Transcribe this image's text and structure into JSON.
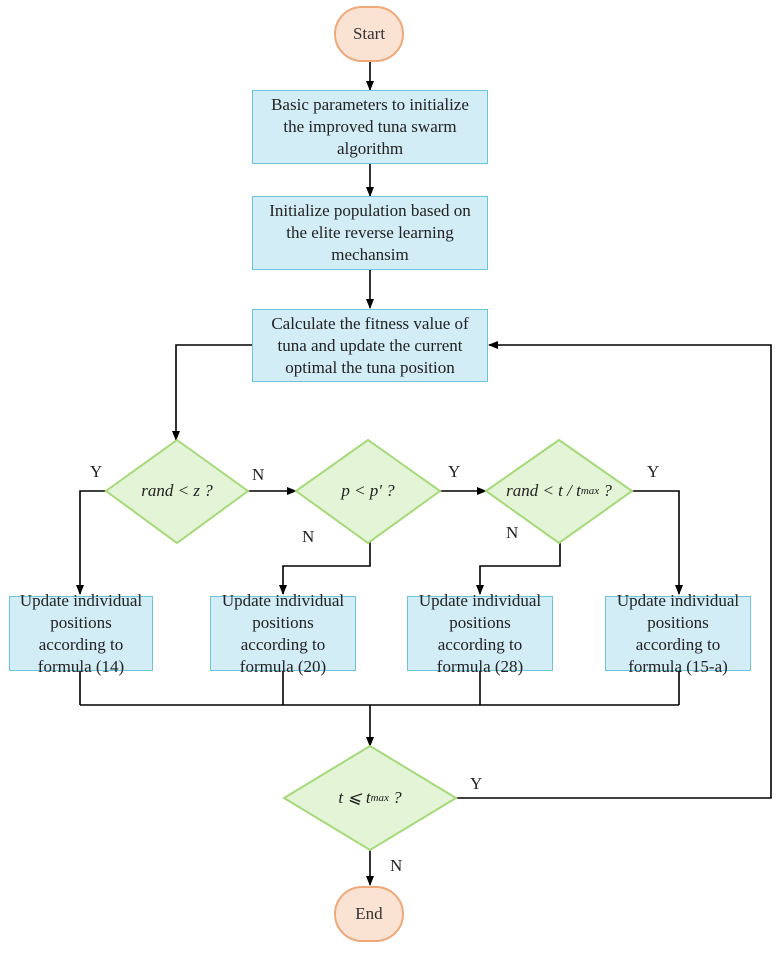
{
  "start": "Start",
  "end": "End",
  "init_params": "Basic parameters to initialize the improved tuna swarm algorithm",
  "init_population": "Initialize population based on the elite reverse learning mechansim",
  "fitness": "Calculate the fitness value of tuna and update the current optimal the tuna position",
  "decision1": {
    "a": "rand",
    "b": " < z ?"
  },
  "decision2": {
    "a": "p < p' ?"
  },
  "decision3": {
    "a": "rand < t / t",
    "sub": "max",
    "b": " ?"
  },
  "decision4": {
    "a": "t ⩽ t",
    "sub": "max",
    "b": " ?"
  },
  "update14": "Update individual positions according to formula (14)",
  "update20": "Update individual positions according to formula (20)",
  "update28": "Update individual positions according to formula (28)",
  "update15a": "Update individual positions according to formula (15-a)",
  "labels": {
    "y": "Y",
    "n": "N"
  }
}
